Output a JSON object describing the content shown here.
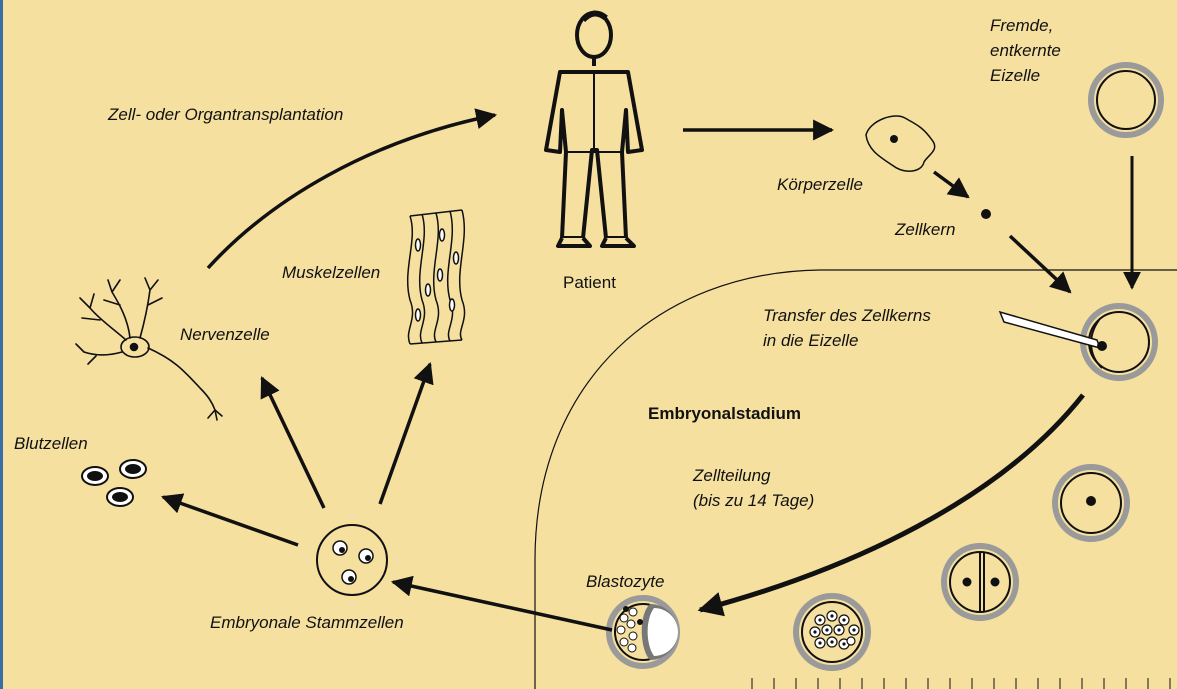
{
  "labels": {
    "transplant": "Zell- oder Organtransplantation",
    "patient": "Patient",
    "foreign_egg_1": "Fremde,",
    "foreign_egg_2": "entkernte",
    "foreign_egg_3": "Eizelle",
    "body_cell": "Körperzelle",
    "nucleus": "Zellkern",
    "transfer_1": "Transfer des Zellkerns",
    "transfer_2": "in die Eizelle",
    "embryonic_stage": "Embryonalstadium",
    "division_1": "Zellteilung",
    "division_2": "(bis zu 14 Tage)",
    "blastocyst": "Blastozyte",
    "stem_cells": "Embryonale Stammzellen",
    "blood_cells": "Blutzellen",
    "nerve_cell": "Nervenzelle",
    "muscle_cells": "Muskelzellen"
  },
  "colors": {
    "background": "#f5e0a0",
    "ink": "#111111",
    "ring": "#9a9a9a",
    "frame": "#3a6ea5"
  }
}
